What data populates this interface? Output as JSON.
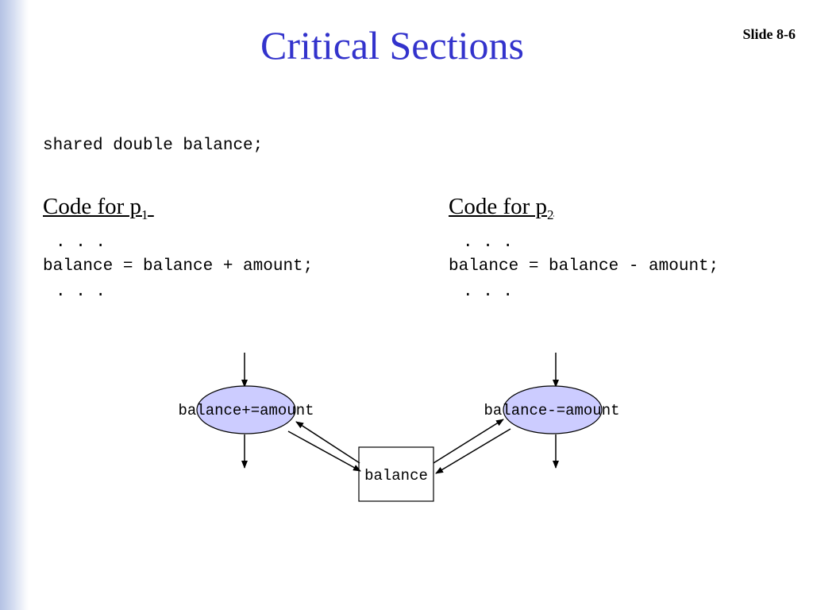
{
  "slide": {
    "title": "Critical Sections",
    "number": "Slide 8-6"
  },
  "code": {
    "declaration": "shared double balance;",
    "p1": {
      "heading": "Code for p",
      "subscript": "1",
      "lines": [
        ". . .",
        "balance = balance + amount;",
        ". . ."
      ]
    },
    "p2": {
      "heading": "Code for p",
      "subscript": "2",
      "lines": [
        ". . .",
        "balance = balance - amount;",
        ". . ."
      ]
    }
  },
  "diagram": {
    "left_op": "balance+=amount",
    "right_op": "balance-=amount",
    "shared_var": "balance",
    "colors": {
      "ellipse_fill": "#ccccff",
      "title": "#3333cc"
    }
  }
}
